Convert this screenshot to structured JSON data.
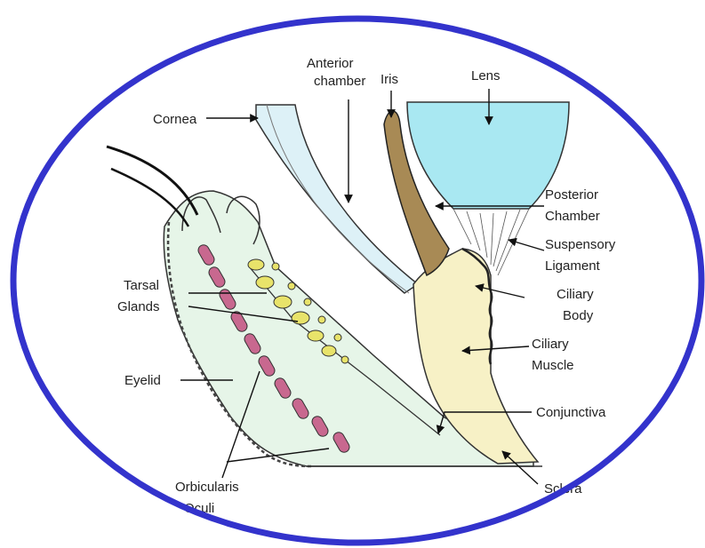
{
  "diagram": {
    "labels": {
      "anterior_chamber_1": "Anterior",
      "anterior_chamber_2": "chamber",
      "iris": "Iris",
      "lens": "Lens",
      "cornea": "Cornea",
      "posterior_chamber_1": "Posterior",
      "posterior_chamber_2": "Chamber",
      "suspensory_ligament_1": "Suspensory",
      "suspensory_ligament_2": "Ligament",
      "tarsal_glands_1": "Tarsal",
      "tarsal_glands_2": "Glands",
      "ciliary_body_1": "Ciliary",
      "ciliary_body_2": "Body",
      "ciliary_muscle_1": "Ciliary",
      "ciliary_muscle_2": "Muscle",
      "eyelid": "Eyelid",
      "conjunctiva": "Conjunctiva",
      "orbicularis_oculi_1": "Orbicularis",
      "orbicularis_oculi_2": "Oculi",
      "sclera": "Sclera"
    },
    "colors": {
      "frame": "#3333cc",
      "lens": "#a9e8f2",
      "cornea": "#ddf1f7",
      "iris": "#a88a55",
      "ciliary": "#f7f1c6",
      "eyelid_tissue": "#e6f5e8",
      "muscle": "#c8688f",
      "gland": "#e8e36a"
    }
  }
}
